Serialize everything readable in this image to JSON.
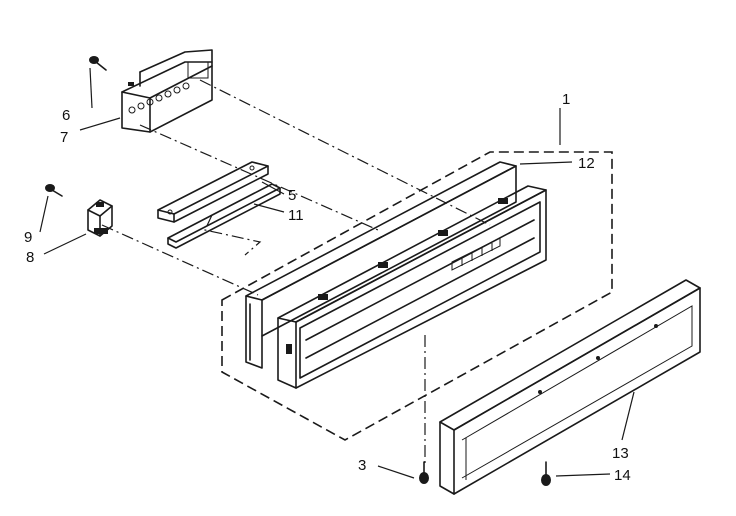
{
  "callouts": {
    "c1": "1",
    "c3": "3",
    "c5": "5",
    "c6": "6",
    "c7": "7",
    "c8": "8",
    "c9": "9",
    "c11": "11",
    "c12": "12",
    "c13": "13",
    "c14": "14"
  },
  "colors": {
    "ink": "#1a1a1a",
    "paper": "#ffffff"
  }
}
